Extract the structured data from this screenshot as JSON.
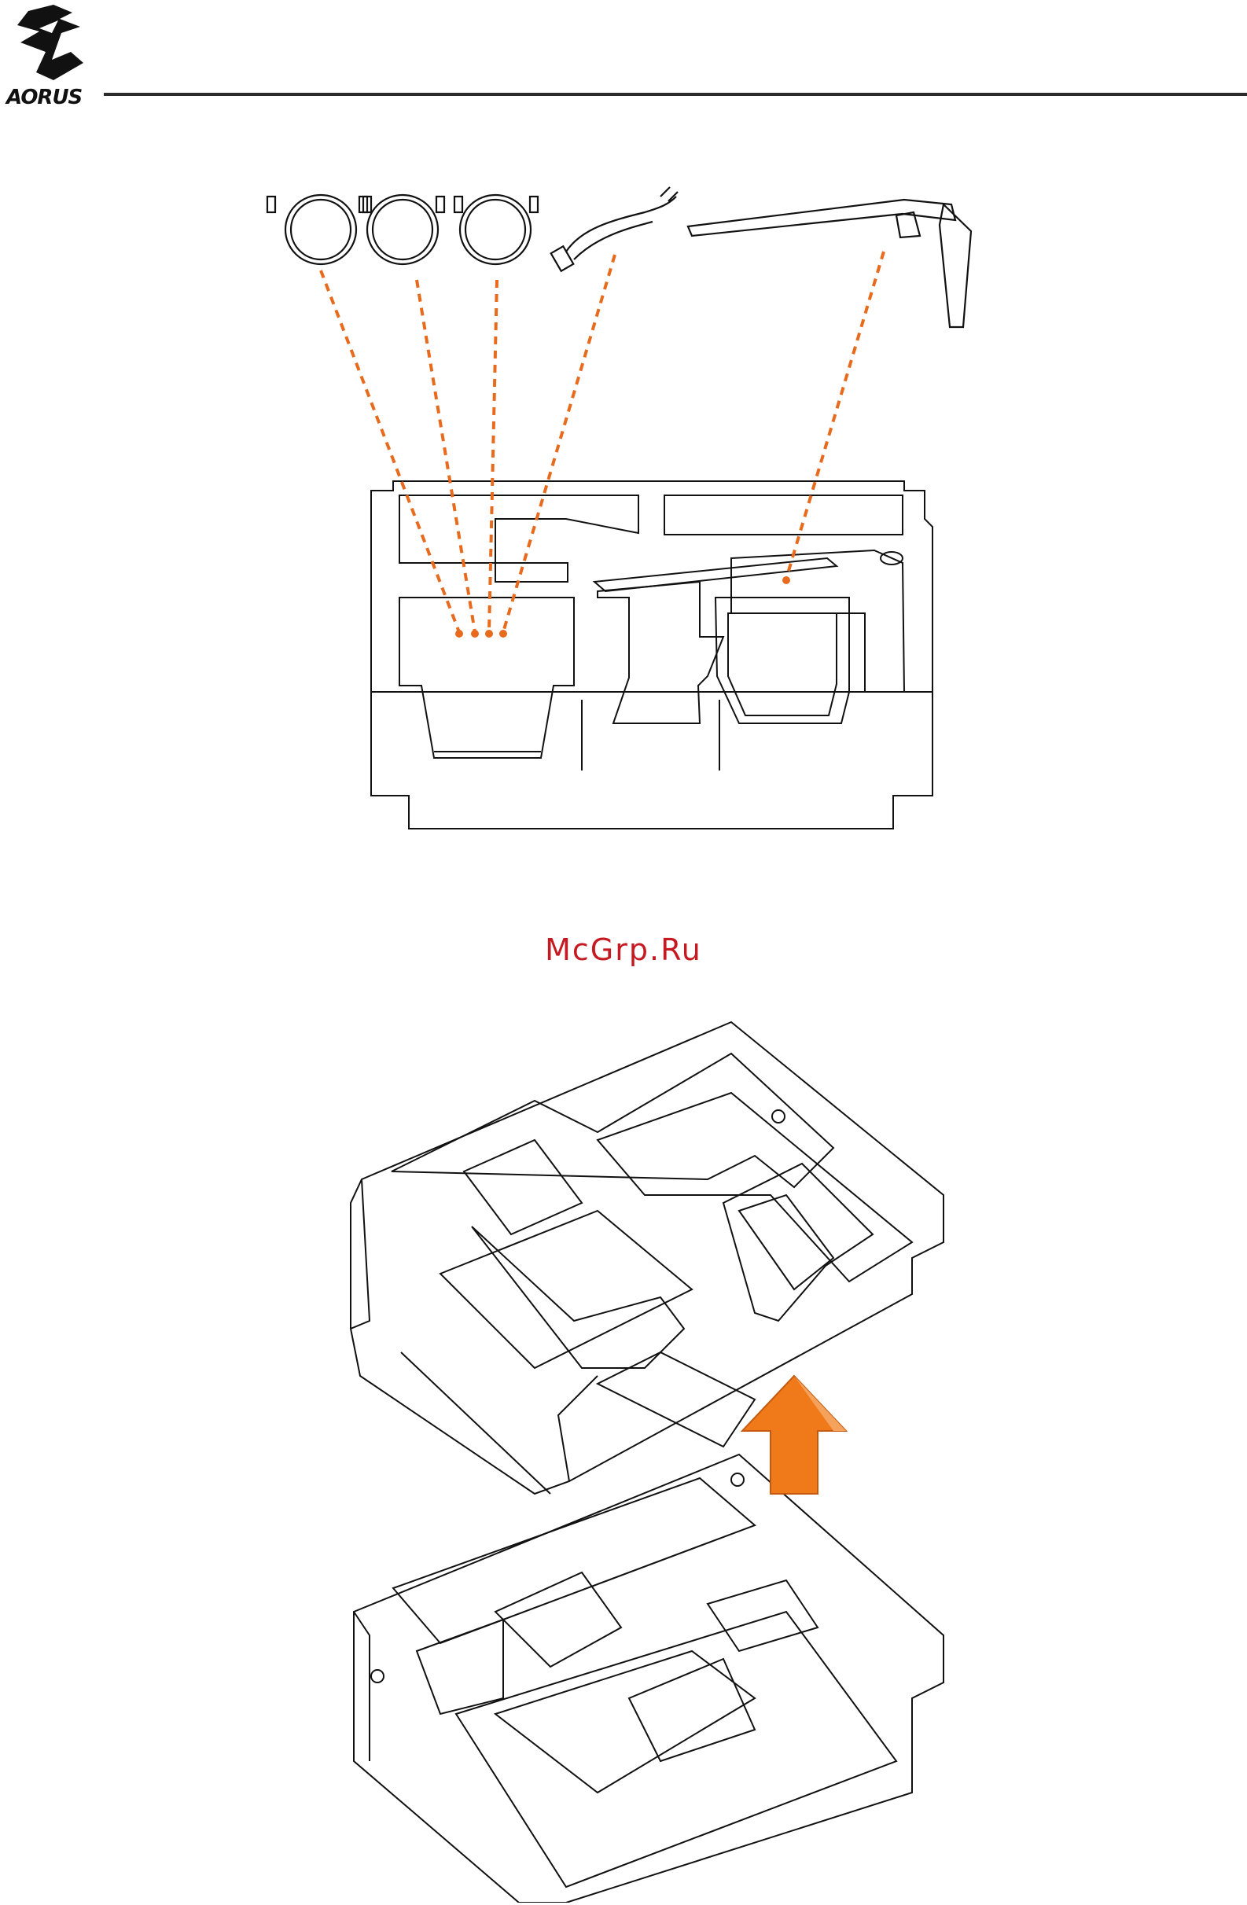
{
  "header": {
    "brand": "AORUS",
    "brand_color": "#111111",
    "rule_color": "#2b2b2b"
  },
  "watermark": {
    "text": "McGrp.Ru",
    "color": "#c61a22"
  },
  "figures": {
    "packing_contents": {
      "items": [
        {
          "icon": "hdmi-cable-icon"
        },
        {
          "icon": "displayport-cable-icon"
        },
        {
          "icon": "usb-cable-icon"
        },
        {
          "icon": "power-cord-icon"
        },
        {
          "icon": "monitor-stand-base-icon"
        }
      ],
      "leader_color": "#e86a1c"
    },
    "remove_foam": {
      "arrow_color": "#f07a1a",
      "direction": "up"
    }
  }
}
